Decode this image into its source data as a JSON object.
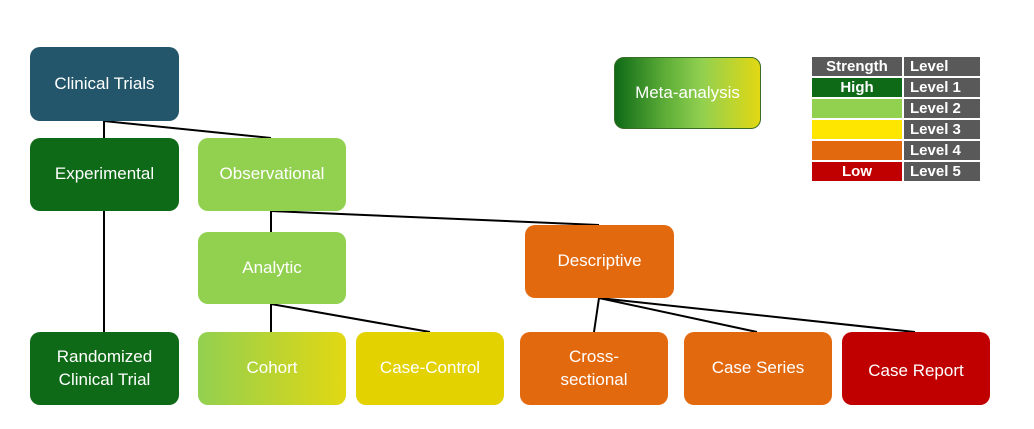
{
  "nodes": {
    "clinical_trials": "Clinical Trials",
    "experimental": "Experimental",
    "observational": "Observational",
    "randomized": "Randomized Clinical Trial",
    "analytic": "Analytic",
    "descriptive": "Descriptive",
    "cohort": "Cohort",
    "case_control": "Case-Control",
    "cross_sectional": "Cross-sectional",
    "case_series": "Case Series",
    "case_report": "Case Report",
    "meta_analysis": "Meta-analysis"
  },
  "legend": {
    "header": {
      "strength": "Strength",
      "level": "Level"
    },
    "rows": [
      {
        "strength": "High",
        "level": "Level 1",
        "color": "#0f6a17"
      },
      {
        "strength": "",
        "level": "Level 2",
        "color": "#92d050"
      },
      {
        "strength": "",
        "level": "Level 3",
        "color": "#ffe600"
      },
      {
        "strength": "",
        "level": "Level 4",
        "color": "#e3690f"
      },
      {
        "strength": "Low",
        "level": "Level 5",
        "color": "#c00000"
      }
    ]
  },
  "colors": {
    "teal": "#23566a",
    "dark_green": "#0f6a17",
    "light_green": "#92d050",
    "yellow": "#e3d200",
    "orange": "#e3690f",
    "red": "#c00000",
    "legend_gray": "#595959"
  }
}
